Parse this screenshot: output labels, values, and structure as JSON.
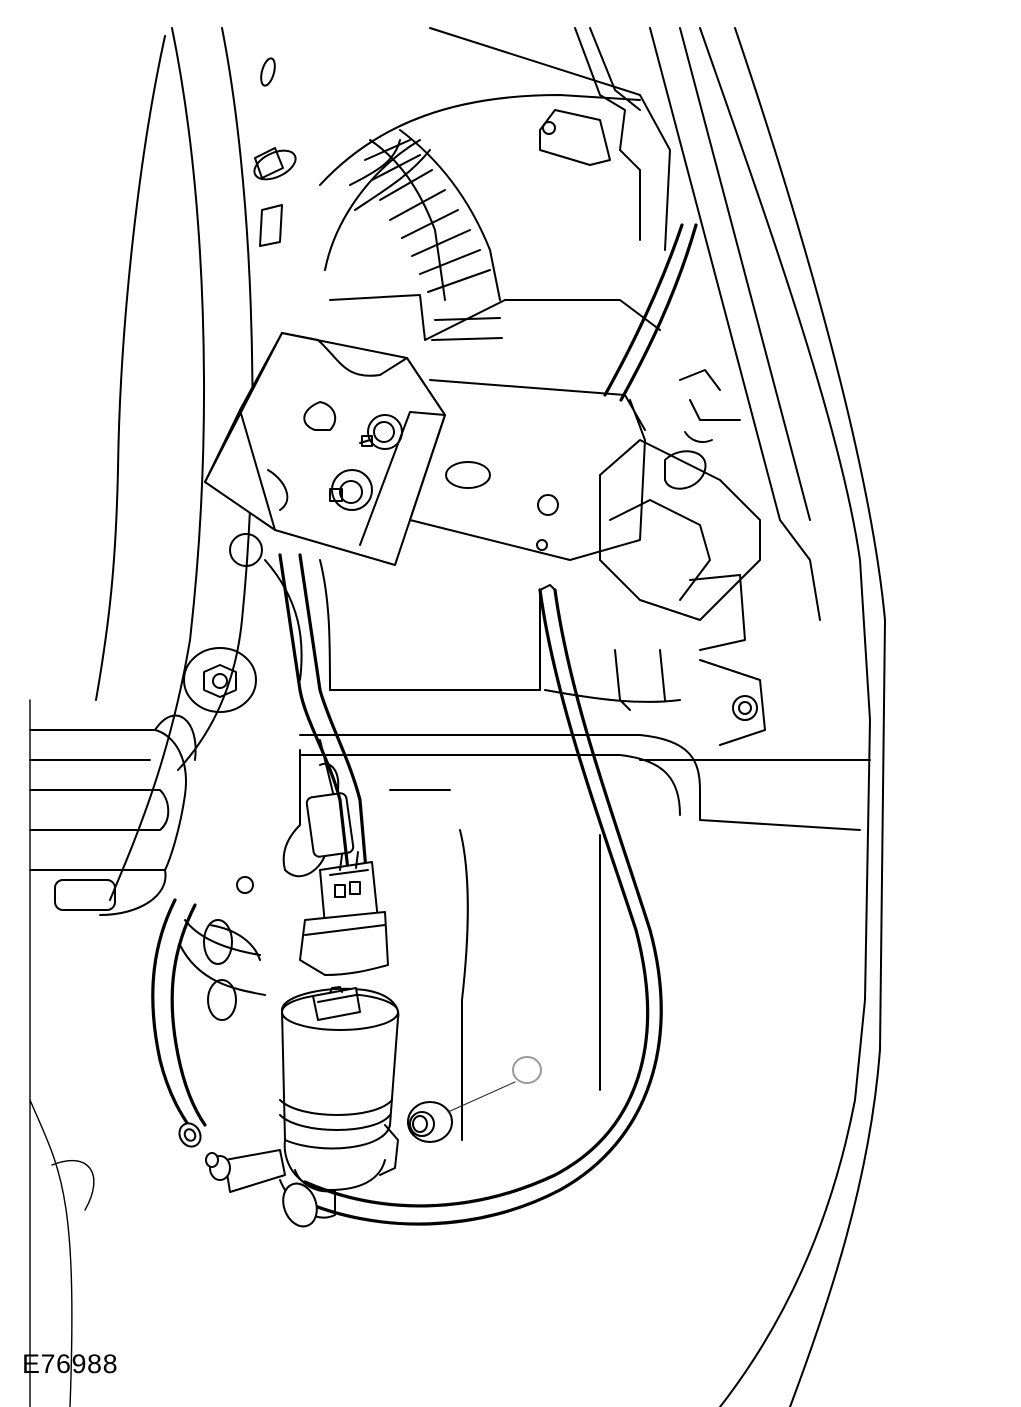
{
  "figure": {
    "id_label": "E76988"
  },
  "parts": {
    "washer_pump": "washer-pump",
    "pump_connector": "electrical-connector",
    "grommet": "pump-grommet",
    "mounting_bracket": "connector-bracket",
    "hoses": [
      "washer-hose-front",
      "washer-hose-rear"
    ]
  },
  "colors": {
    "line": "#000000",
    "background": "#ffffff",
    "grommet_hole": "#999999"
  }
}
